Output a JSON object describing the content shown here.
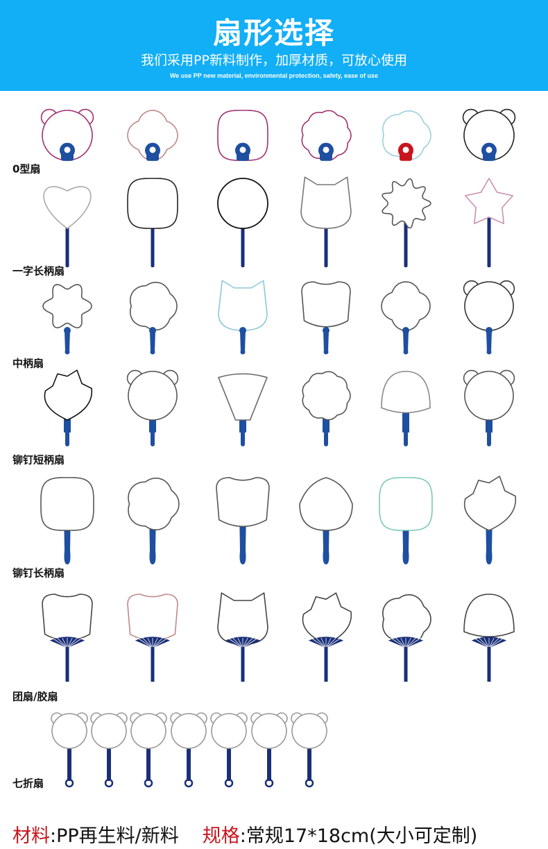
{
  "header": {
    "title": "扇形选择",
    "subtitle": "我们采用PP新料制作，加厚材质，可放心使用",
    "subtitle_en": "We use PP new material, environmental protection, safety, ease of use"
  },
  "rows": [
    {
      "label": "0型扇",
      "count": 6
    },
    {
      "label": "一字长柄扇",
      "count": 6
    },
    {
      "label": "中柄扇",
      "count": 6
    },
    {
      "label": "铆钉短柄扇",
      "count": 6
    },
    {
      "label": "铆钉长柄扇",
      "count": 6
    },
    {
      "label": "团扇/胶扇",
      "count": 6
    },
    {
      "label": "七折扇",
      "count": 7
    }
  ],
  "footer": {
    "material_key": "材料",
    "material_value": ":PP再生料/新料",
    "spec_key": "规格",
    "spec_value": ":常规17*18cm(大小可定制)"
  },
  "colors": {
    "header_bg": "#12aef6",
    "handle_blue": "#1e4fa0",
    "handle_navy": "#1a2f78",
    "accent_red": "#c8161d"
  }
}
